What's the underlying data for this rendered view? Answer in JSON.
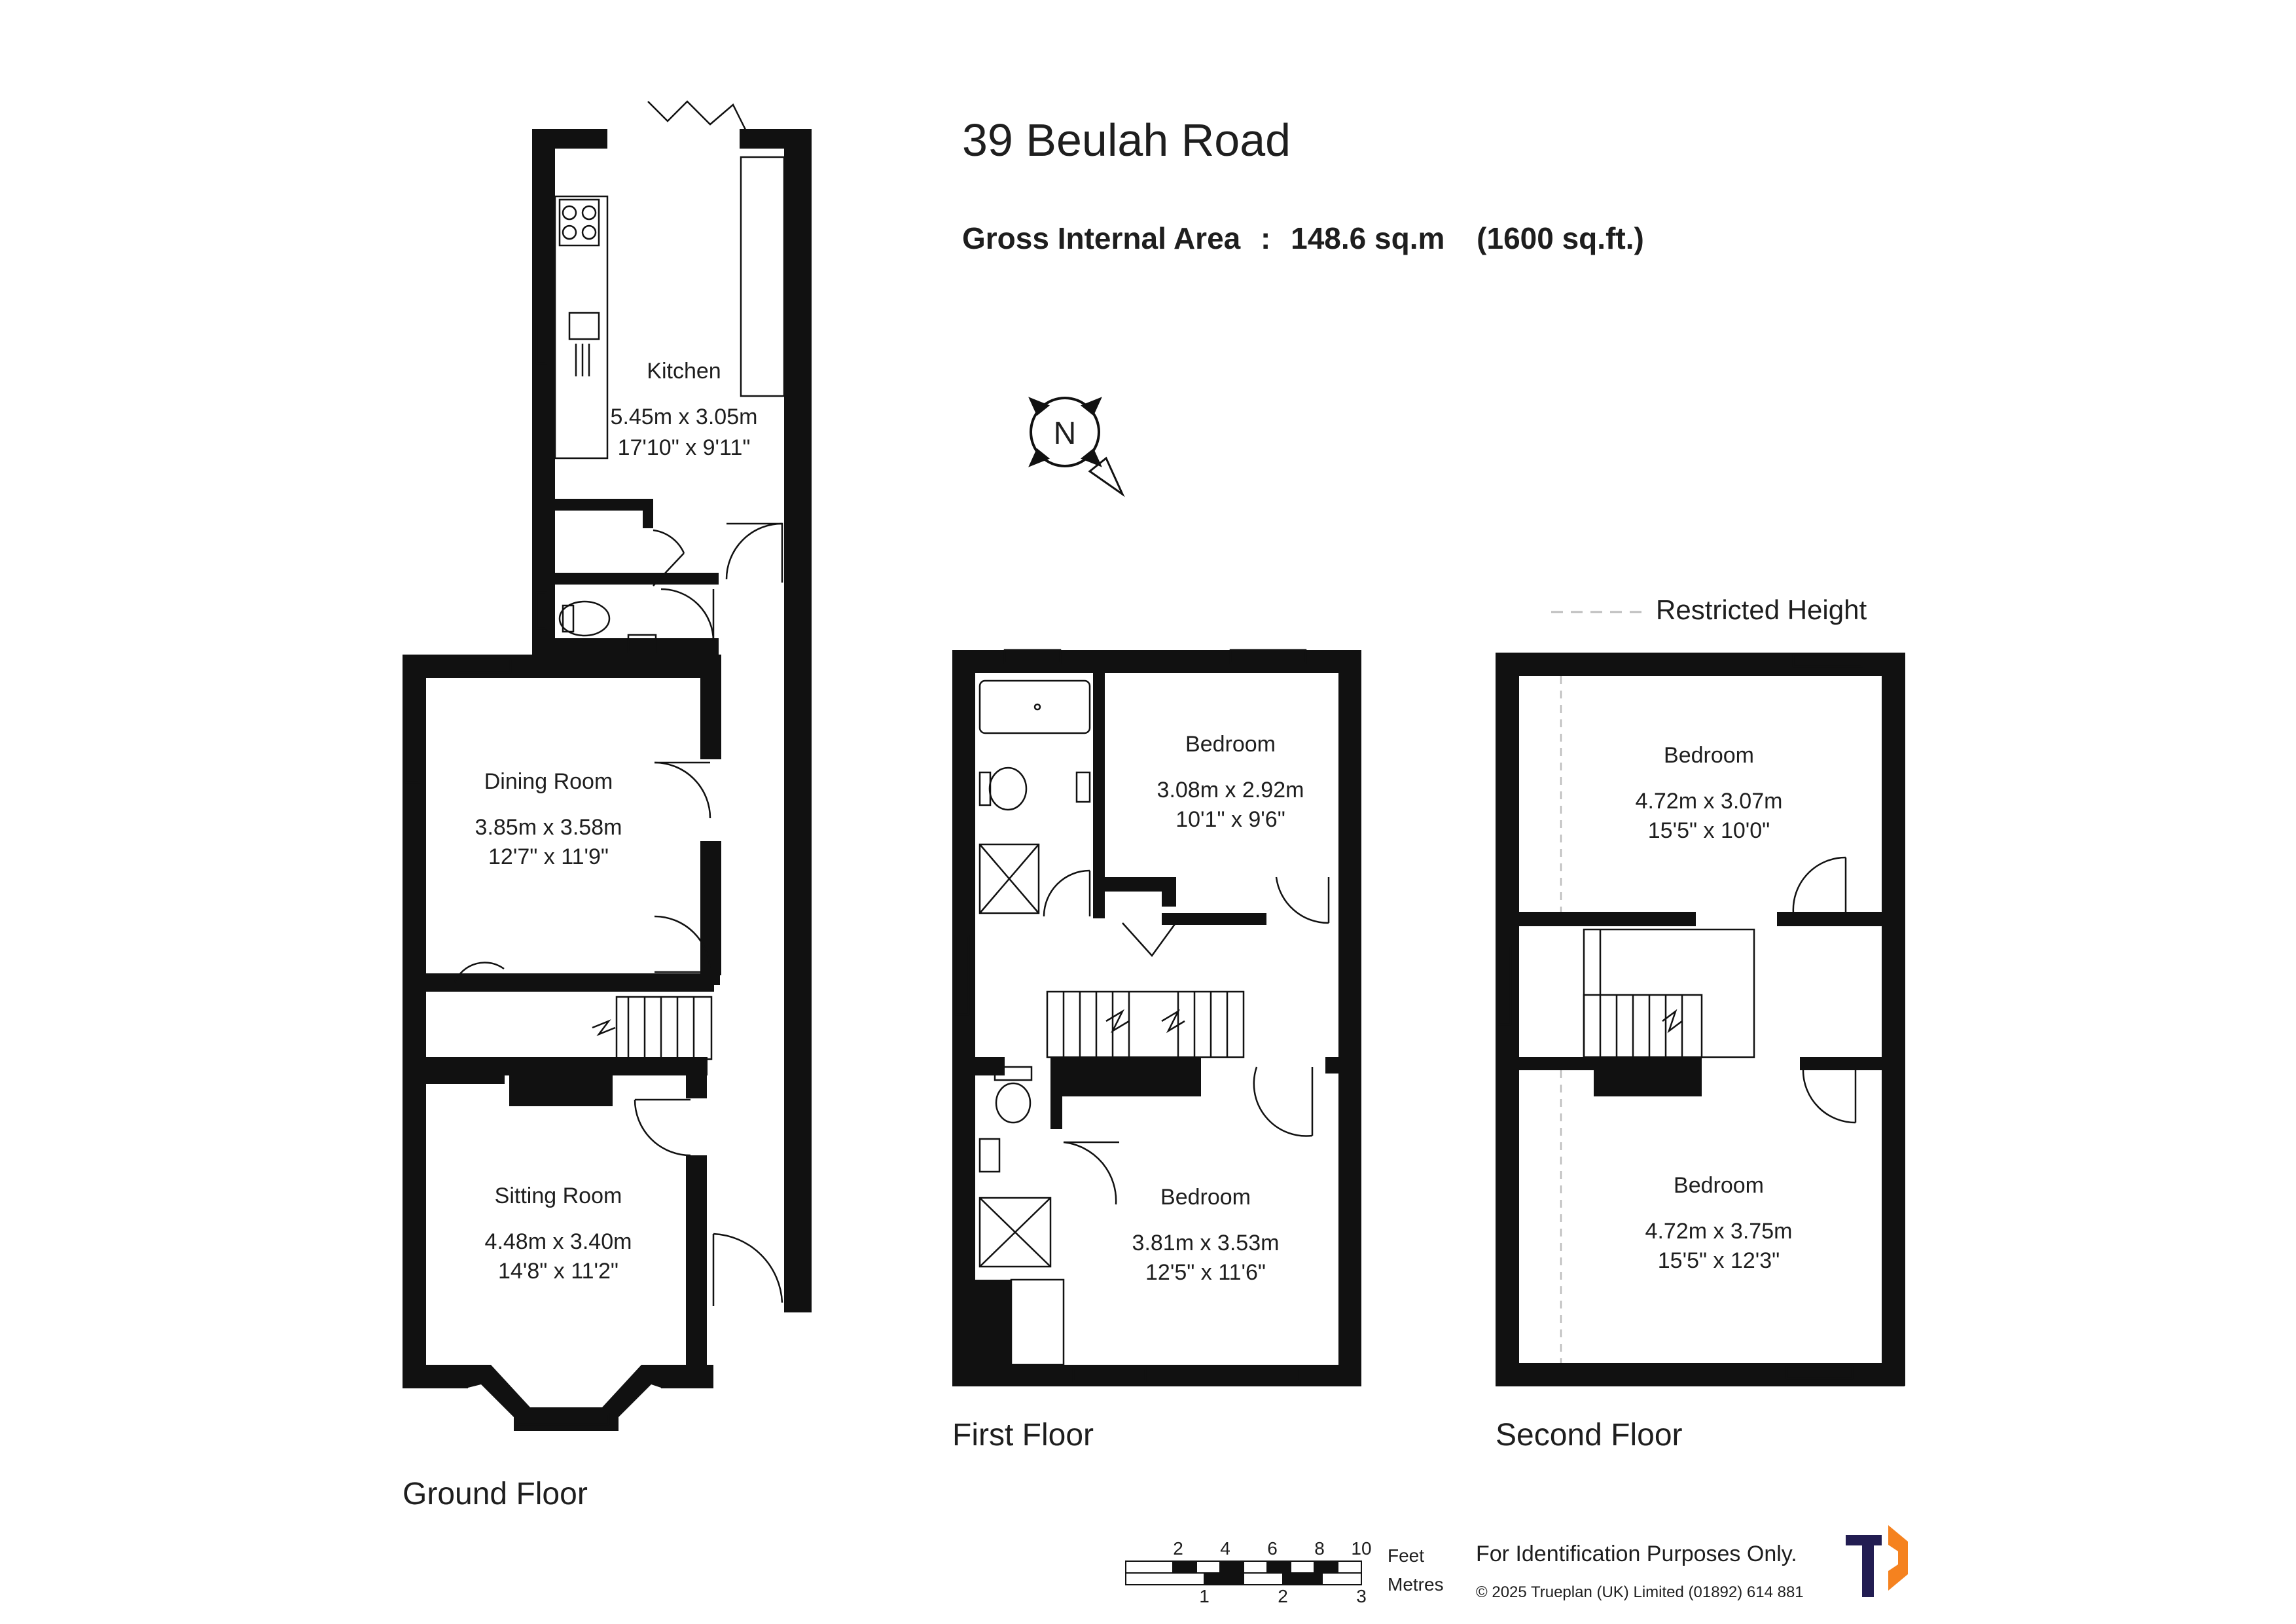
{
  "header": {
    "title": "39 Beulah Road",
    "gross_area_label": "Gross Internal Area",
    "gross_area_separator": ":",
    "gross_area_metric": "148.6 sq.m",
    "gross_area_imperial": "(1600 sq.ft.)"
  },
  "compass": {
    "letter": "N"
  },
  "legend": {
    "restricted_height": "Restricted Height"
  },
  "floors": {
    "ground": {
      "label": "Ground Floor",
      "rooms": {
        "kitchen": {
          "name": "Kitchen",
          "metric": "5.45m  x  3.05m",
          "imperial": "17'10\"  x  9'11\""
        },
        "dining": {
          "name": "Dining Room",
          "metric": "3.85m  x  3.58m",
          "imperial": "12'7\"  x  11'9\""
        },
        "sitting": {
          "name": "Sitting Room",
          "metric": "4.48m  x  3.40m",
          "imperial": "14'8\"  x  11'2\""
        }
      }
    },
    "first": {
      "label": "First Floor",
      "rooms": {
        "bedroom_front": {
          "name": "Bedroom",
          "metric": "3.08m  x  2.92m",
          "imperial": "10'1\"  x  9'6\""
        },
        "bedroom_rear": {
          "name": "Bedroom",
          "metric": "3.81m  x  3.53m",
          "imperial": "12'5\"  x  11'6\""
        }
      }
    },
    "second": {
      "label": "Second Floor",
      "rooms": {
        "bedroom_top": {
          "name": "Bedroom",
          "metric": "4.72m  x  3.07m",
          "imperial": "15'5\"  x  10'0\""
        },
        "bedroom_bottom": {
          "name": "Bedroom",
          "metric": "4.72m  x  3.75m",
          "imperial": "15'5\"  x  12'3\""
        }
      }
    }
  },
  "scale_bar": {
    "feet_label": "Feet",
    "metres_label": "Metres",
    "feet_ticks": [
      "2",
      "4",
      "6",
      "8",
      "10"
    ],
    "metre_ticks": [
      "1",
      "2",
      "3"
    ]
  },
  "footer": {
    "disclaimer": "For Identification Purposes Only.",
    "copyright": "©  2025 Trueplan (UK) Limited  (01892) 614 881"
  },
  "colors": {
    "wall": "#111111",
    "text": "#1e1e1e",
    "logo_navy": "#221d52",
    "logo_orange": "#f5821f"
  }
}
